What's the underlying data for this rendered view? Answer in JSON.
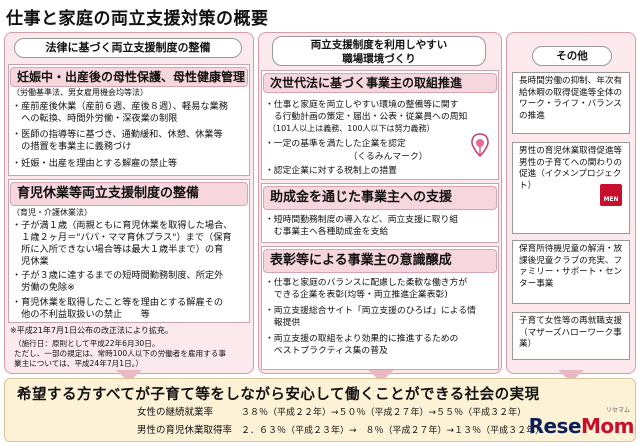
{
  "title": "仕事と家庭の両立支援対策の概要",
  "col1": {
    "header": "法律に基づく両立支援制度の整備",
    "s1_title": "妊娠中・出産後の母性保護、母性健康管理",
    "s1_sub": "（労働基準法、男女雇用機会均等法）",
    "s1_items": [
      "・産前産後休業（産前６週、産後８週）、軽易な業務",
      "　への転換、時間外労働・深夜業の制限",
      "・医師の指導等に基づき、通勤緩和、休憩、休業等",
      "　の措置を事業主に義務づけ",
      "・妊娠・出産を理由とする解雇の禁止等"
    ],
    "s2_title": "育児休業等両立支援制度の整備",
    "s2_sub": "（育児・介護休業法）",
    "s2_items": [
      "・子が満１歳（両親ともに育児休業を取得した場合、",
      "　１歳２ヶ月＝\"パパ・ママ育休プラス\"）まで（保育",
      "　所に入所できない場合等は最大１歳半まで）の育",
      "　児休業",
      "・子が３歳に達するまでの短時間勤務制度、所定外",
      "　労働の免除※",
      "・育児休業を取得したこと等を理由とする解雇その",
      "　他の不利益取扱いの禁止　　等"
    ],
    "note1": "※平成21年7月1日公布の改正法により拡充。",
    "note2": [
      "（施行日：原則として平成22年6月30日。",
      "ただし、一部の規定は、常時100人以下の労働者を雇用する事",
      "業主については、平成24年7月1日。）"
    ]
  },
  "col2": {
    "header_l1": "両立支援制度を利用しやすい",
    "header_l2": "職場環境づくり",
    "s1_title": "次世代法に基づく事業主の取組推進",
    "s1_items": [
      "・仕事と家庭を両立しやすい環境の整備等に関す",
      "　る行動計画の策定・届出・公表・従業員への周知",
      "（101人以上は義務、100人以下は努力義務）",
      "・一定の基準を満たした企業を認定",
      "　　　　　　　　　　（くるみんマーク）",
      "・認定企業に対する税制上の措置"
    ],
    "s2_title": "助成金を通じた事業主への支援",
    "s2_items": [
      "・短時間勤務制度の導入など、両立支援に取り組",
      "　む事業主へ各種助成金を支給"
    ],
    "s3_title": "表彰等による事業主の意識醸成",
    "s3_items": [
      "・仕事と家庭のバランスに配慮した柔軟な働き方が",
      "　できる企業を表彰(均等・両立推進企業表彰)",
      "・両立支援総合サイト「両立支援のひろば」による情",
      "　報提供",
      "・両立支援の取組をより効果的に推進するための",
      "　ベストプラクティス集の普及"
    ]
  },
  "col3": {
    "header": "その他",
    "b1": "長時間労働の抑制、年次有給休暇の取得促進等全体のワーク・ライフ・バランスの推進",
    "b2": "男性の育児休業取得促進等男性の子育てへの関わりの促進（イクメンプロジェクト）",
    "b3": "保育所待機児童の解消・放課後児童クラブの充実、ファミリー・サポート・センター事業",
    "b4": "子育て女性等の再就職支援（マザーズハローワーク事業）",
    "ikumen": "MEN"
  },
  "footer": {
    "banner": "希望する方すべてが子育て等をしながら安心して働くことができる社会の実現",
    "row1_label": "女性の継続就業率",
    "row1_value": "３８％（平成２２年）→５０％（平成２７年）→５５％（平成３２年）",
    "row2_label": "男性の育児休業取得率",
    "row2_value": "２．６３％（平成２３年）→　８％（平成２７年）→１３％（平成３２年）"
  },
  "logo": {
    "part1": "Rese",
    "part2": "Mom",
    "sub": "リセマム"
  },
  "colors": {
    "pink": "#fbe9ee",
    "section": "#f7d7de",
    "footer": "#fdf1d6"
  }
}
